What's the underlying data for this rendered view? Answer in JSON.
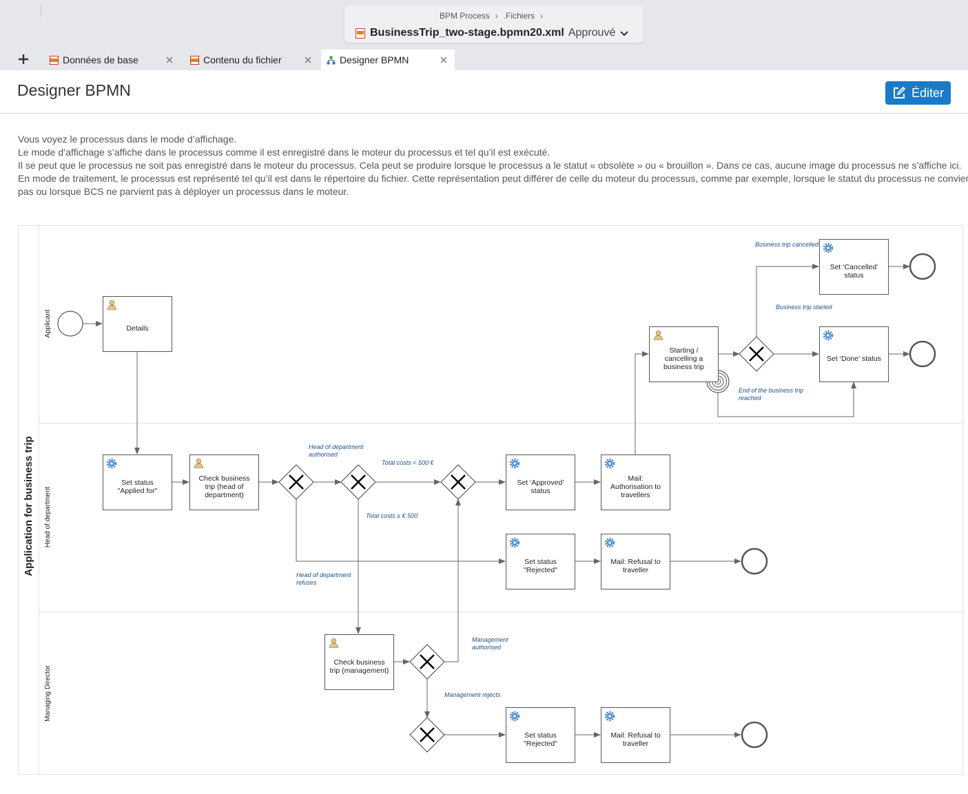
{
  "header": {
    "breadcrumb": [
      "BPM Process",
      ".Fichiers"
    ],
    "file_name": "BusinessTrip_two-stage.bpmn20.xml",
    "file_status": "Approuvé"
  },
  "tabs": [
    {
      "label": "Données de base"
    },
    {
      "label": "Contenu du fichier"
    },
    {
      "label": "Designer BPMN"
    }
  ],
  "page": {
    "title": "Designer BPMN",
    "edit_label": "Éditer",
    "description": [
      "Vous voyez le processus dans le mode d’affichage.",
      "Le mode d’affichage s’affiche dans le processus comme il est enregistré dans le moteur du processus et tel qu’il est exécuté.",
      "Il se peut que le processus ne soit pas enregistré dans le moteur du processus. Cela peut se produire lorsque le processus a le statut « obsolète » ou « brouillon ». Dans ce cas, aucune image du processus ne s’affiche ici.",
      "En mode de traitement, le processus est représenté tel qu’il est dans le répertoire du fichier. Cette représentation peut différer de celle du moteur du processus, comme par exemple, lorsque le statut du processus ne convient",
      "pas ou lorsque BCS ne parvient pas à déployer un processus dans le moteur."
    ]
  },
  "diagram": {
    "pool_label": "Application for business trip",
    "lanes": [
      "Applicant",
      "Head of department",
      "Managing Director"
    ],
    "tasks": {
      "details": [
        "Details"
      ],
      "set_applied": [
        "Set status",
        "\"Applied for\""
      ],
      "check_head": [
        "Check business",
        "trip (head of",
        "department)"
      ],
      "set_approved": [
        "Set ‘Approved’",
        "status"
      ],
      "mail_auth": [
        "Mail:",
        "Authorisation to",
        "travellers"
      ],
      "set_rejected_1": [
        "Set status",
        "\"Rejected\""
      ],
      "mail_refusal_1": [
        "Mail: Refusal to",
        "traveller"
      ],
      "check_mgmt": [
        "Check business",
        "trip (management)"
      ],
      "set_rejected_2": [
        "Set status",
        "\"Rejected\""
      ],
      "mail_refusal_2": [
        "Mail: Refusal to",
        "traveller"
      ],
      "start_cancel": [
        "Starting /",
        "cancelling a",
        "business trip"
      ],
      "set_cancelled": [
        "Set ‘Cancelled’",
        "status"
      ],
      "set_done": [
        "Set ‘Done’ status"
      ]
    },
    "flow_labels": {
      "trip_cancelled": [
        "Business trip cancelled"
      ],
      "trip_started": [
        "Business trip started"
      ],
      "end_reached": [
        "End of the business trip",
        "reached"
      ],
      "head_authorised": [
        "Head of department",
        "authorised"
      ],
      "total_lt_500": [
        "Total costs < 500 €"
      ],
      "total_ge_500": [
        "Total costs ≥ € 500"
      ],
      "head_refuses": [
        "Head of department",
        "refuses"
      ],
      "mgmt_authorised": [
        "Management",
        "authorised"
      ],
      "mgmt_rejects": [
        "Management rejects"
      ]
    }
  }
}
